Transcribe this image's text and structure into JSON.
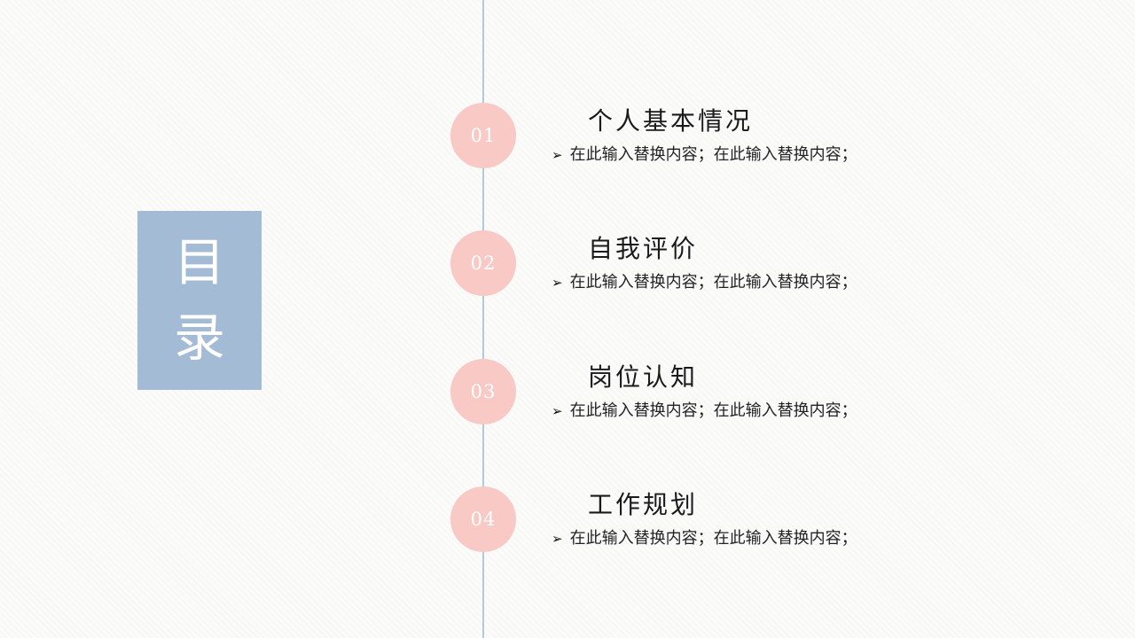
{
  "toc": {
    "label": "目录",
    "chars": [
      "目",
      "录"
    ]
  },
  "bullet_marker": "➢",
  "items": [
    {
      "number": "01",
      "title": "个人基本情况",
      "bullet": "在此输入替换内容；在此输入替换内容；"
    },
    {
      "number": "02",
      "title": "自我评价",
      "bullet": "在此输入替换内容；在此输入替换内容；"
    },
    {
      "number": "03",
      "title": "岗位认知",
      "bullet": "在此输入替换内容；在此输入替换内容；"
    },
    {
      "number": "04",
      "title": "工作规划",
      "bullet": "在此输入替换内容；在此输入替换内容；"
    }
  ],
  "colors": {
    "accent_blue": "#a3bbd5",
    "accent_pink": "#f8c9c5",
    "line_blue": "#b3cade",
    "title_text": "#1a1a1a",
    "background": "#fbfbfa"
  }
}
